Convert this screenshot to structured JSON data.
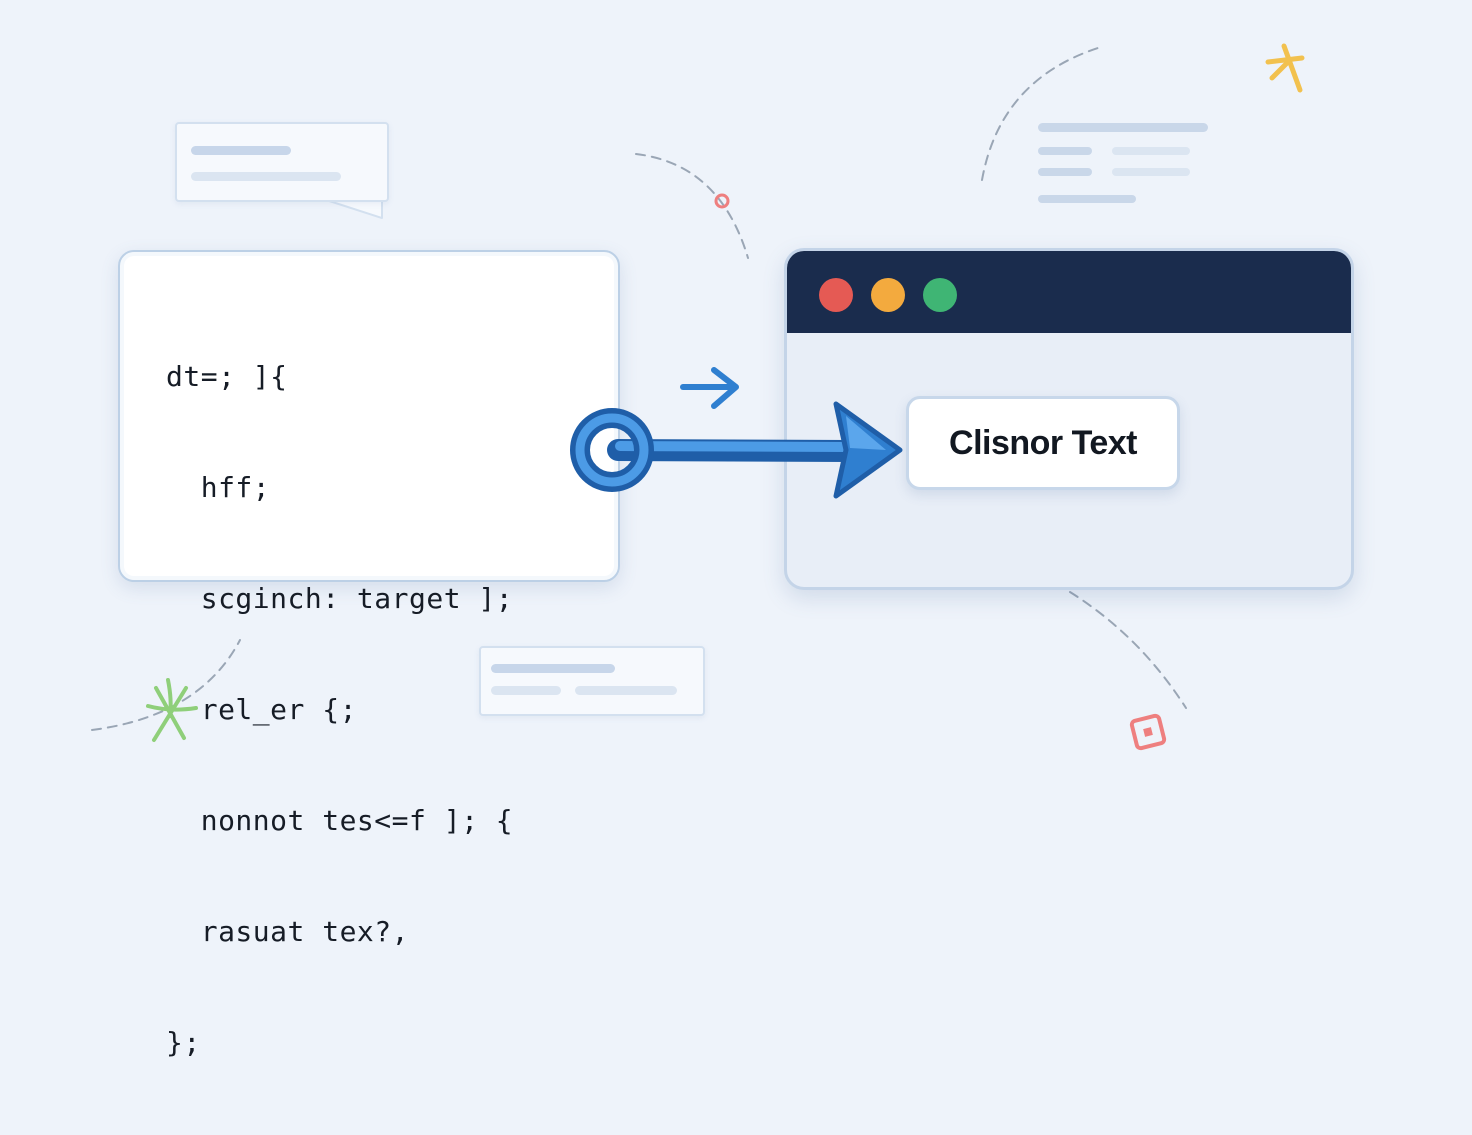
{
  "code_panel": {
    "lines": [
      "dt=; ]{",
      "  hff;",
      "  scginch: target ];",
      "  rel_er {;",
      "  nonnot tes<=f ]; {",
      "  rasuat tex?,",
      "};"
    ]
  },
  "browser": {
    "window_dots": [
      "red-dot",
      "yellow-dot",
      "green-dot"
    ],
    "result_label": "Clisnor Text"
  },
  "colors": {
    "background": "#eef3fa",
    "titlebar": "#1a2c4d",
    "dot_red": "#e55a54",
    "dot_yellow": "#f3aa3e",
    "dot_green": "#3fb574",
    "arrow_blue": "#2f7fd0",
    "sparkle_yellow": "#f2c14e",
    "sparkle_green": "#8fcf7a",
    "accent_red": "#ee7f7f"
  },
  "icons": [
    "link-ring-icon",
    "arrow-right-icon",
    "small-arrow-right-icon",
    "sparkle-icon",
    "leaf-sparkle-icon",
    "square-badge-icon"
  ]
}
